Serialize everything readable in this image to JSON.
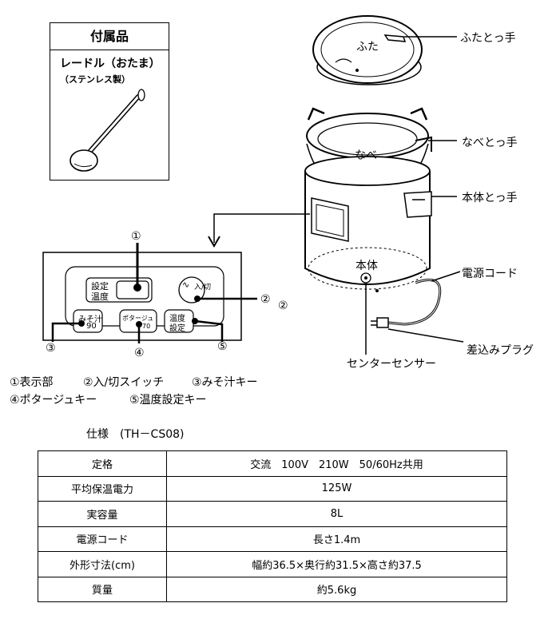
{
  "accessory": {
    "title": "付属品",
    "item": "レードル（おたま）",
    "item_sub": "（ステンレス製）"
  },
  "parts": {
    "lid_handle": "ふたとっ手",
    "lid": "ふた",
    "pot_handle": "なべとっ手",
    "pot": "なべ",
    "body_handle": "本体とっ手",
    "body": "本体",
    "power_cord": "電源コード",
    "plug": "差込みプラグ",
    "center_sensor": "センターセンサー"
  },
  "panel": {
    "callout_1": "①",
    "callout_2a": "②",
    "callout_2b": "②",
    "callout_3": "③",
    "callout_4": "④",
    "callout_5": "⑤",
    "display_label_line1": "設定",
    "display_label_line2": "温度",
    "power_switch_symbol": "∿",
    "power_switch_label": "入/切",
    "miso_key_line1": "みそ汁",
    "miso_key_line2": "90",
    "potage_key_line1": "ポタージュ",
    "potage_key_line2": "70",
    "temp_key_line1": "温度",
    "temp_key_line2": "設定"
  },
  "legend": {
    "row1": [
      "①表示部",
      "②入/切スイッチ",
      "③みそ汁キー"
    ],
    "row2": [
      "④ポタージュキー",
      "⑤温度設定キー"
    ]
  },
  "specs": {
    "title": "仕様　(TH－CS08)",
    "rows": [
      {
        "label": "定格",
        "value": "交流　100V　210W　50/60Hz共用"
      },
      {
        "label": "平均保温電力",
        "value": "125W"
      },
      {
        "label": "実容量",
        "value": "8L"
      },
      {
        "label": "電源コード",
        "value": "長さ1.4m"
      },
      {
        "label": "外形寸法(cm)",
        "value": "幅約36.5×奥行約31.5×高さ約37.5"
      },
      {
        "label": "質量",
        "value": "約5.6kg"
      }
    ]
  }
}
